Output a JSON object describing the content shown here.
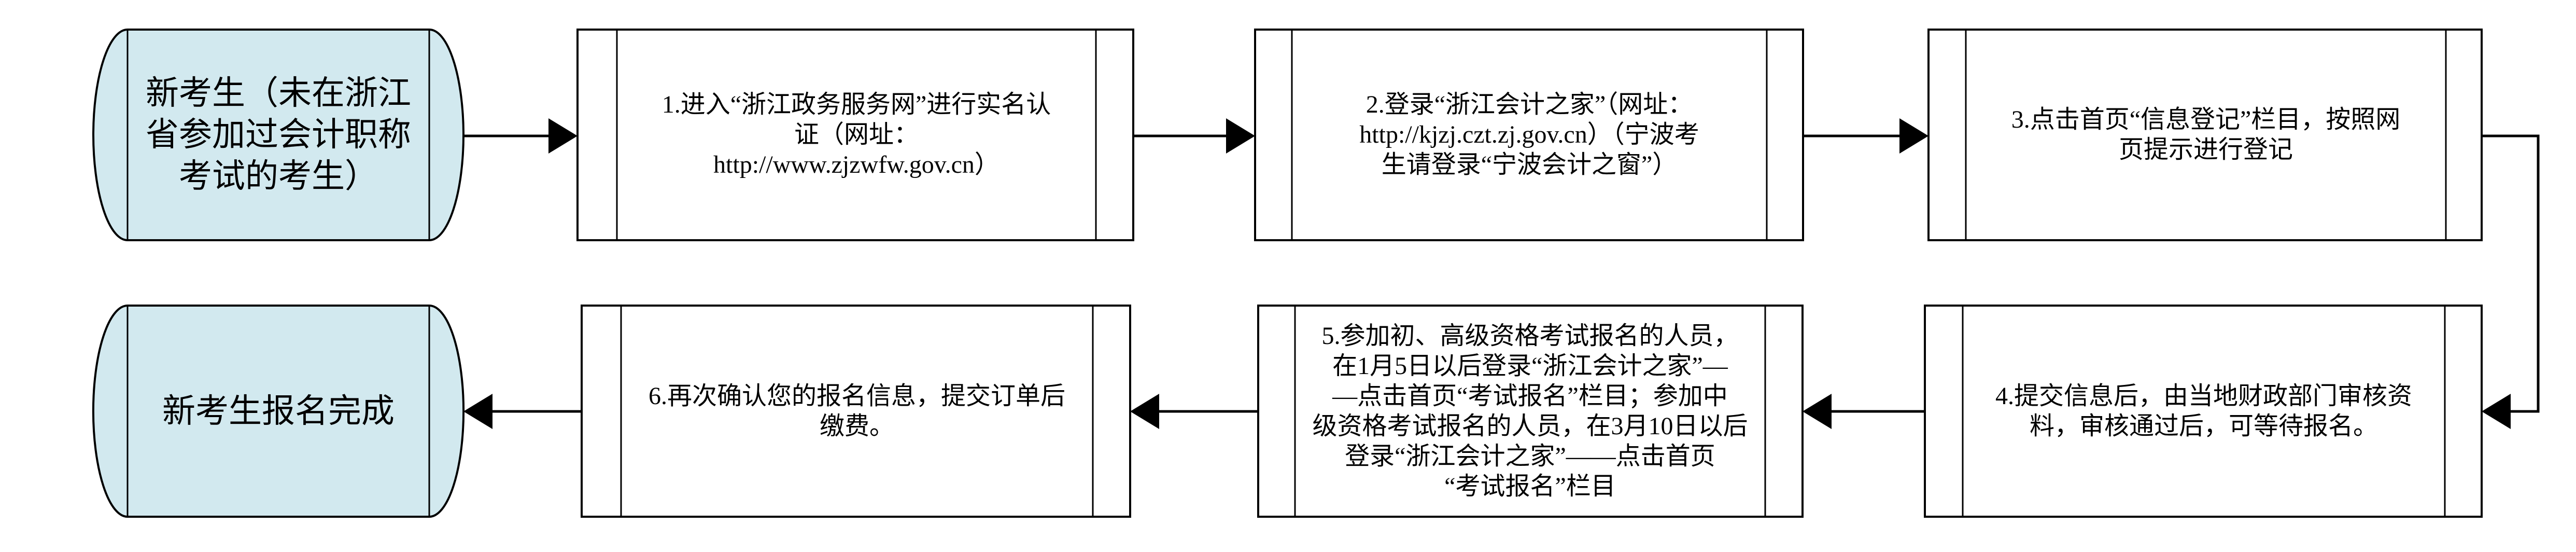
{
  "flowchart": {
    "colors": {
      "terminal_fill": "#d2e9ef",
      "process_fill": "#ffffff",
      "stroke": "#000000",
      "background": "#ffffff"
    },
    "nodes": {
      "start": {
        "type": "terminal-cylinder",
        "text": "新考生（未在浙江\n省参加过会计职称\n考试的考生）"
      },
      "step1": {
        "type": "predefined-process",
        "text": "1.进入“浙江政务服务网”进行实名认\n证（网址：\nhttp://www.zjzwfw.gov.cn）"
      },
      "step2": {
        "type": "predefined-process",
        "text": "2.登录“浙江会计之家”（网址：\nhttp://kjzj.czt.zj.gov.cn）（宁波考\n生请登录“宁波会计之窗”）"
      },
      "step3": {
        "type": "predefined-process",
        "text": "3.点击首页“信息登记”栏目，按照网\n页提示进行登记"
      },
      "step4": {
        "type": "predefined-process",
        "text": "4.提交信息后，由当地财政部门审核资\n料，审核通过后，可等待报名。"
      },
      "step5": {
        "type": "predefined-process",
        "text": "5.参加初、高级资格考试报名的人员，\n在1月5日以后登录“浙江会计之家”—\n—点击首页“考试报名”栏目；参加中\n级资格考试报名的人员，在3月10日以后\n登录“浙江会计之家”——点击首页\n“考试报名”栏目"
      },
      "step6": {
        "type": "predefined-process",
        "text": "6.再次确认您的报名信息，提交订单后\n缴费。"
      },
      "end": {
        "type": "terminal-cylinder",
        "text": "新考生报名完成"
      }
    }
  }
}
